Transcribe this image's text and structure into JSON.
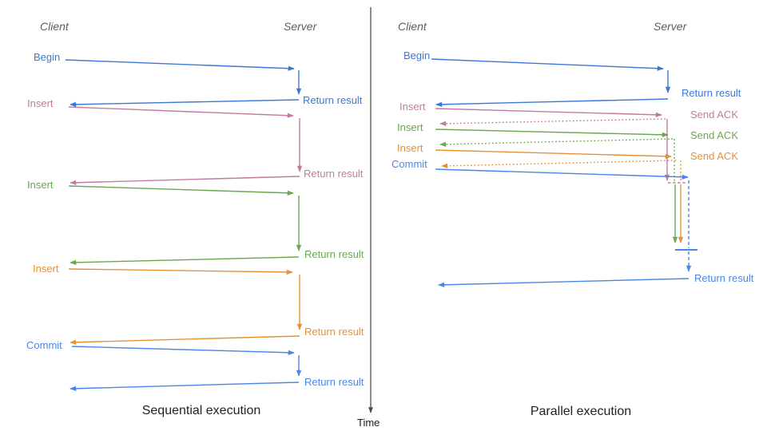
{
  "palette": {
    "begin_blue": "#3c78d8",
    "commit_blue": "#4a86e8",
    "insert_pink": "#c27ba0",
    "insert_green": "#6aa84f",
    "insert_orange": "#e69138",
    "axis_gray": "#4d4d4d",
    "header_gray": "#5a5e63",
    "caption_black": "#212326"
  },
  "time_axis": {
    "label": "Time"
  },
  "left_panel": {
    "client_header": "Client",
    "server_header": "Server",
    "caption": "Sequential execution",
    "rows": [
      {
        "label": "Begin",
        "color": "begin_blue",
        "response_label": "Return result"
      },
      {
        "label": "Insert",
        "color": "insert_pink",
        "response_label": "Return result"
      },
      {
        "label": "Insert",
        "color": "insert_green",
        "response_label": "Return result"
      },
      {
        "label": "Insert",
        "color": "insert_orange",
        "response_label": "Return result"
      },
      {
        "label": "Commit",
        "color": "commit_blue",
        "response_label": "Return result"
      }
    ]
  },
  "right_panel": {
    "client_header": "Client",
    "server_header": "Server",
    "caption": "Parallel execution",
    "rows": [
      {
        "label": "Begin",
        "color": "begin_blue",
        "response_label": "Return result"
      },
      {
        "label": "Insert",
        "color": "insert_pink",
        "response_label": "Send ACK"
      },
      {
        "label": "Insert",
        "color": "insert_green",
        "response_label": "Send ACK"
      },
      {
        "label": "Insert",
        "color": "insert_orange",
        "response_label": "Send ACK"
      },
      {
        "label": "Commit",
        "color": "commit_blue",
        "response_label": "Return result"
      }
    ]
  }
}
